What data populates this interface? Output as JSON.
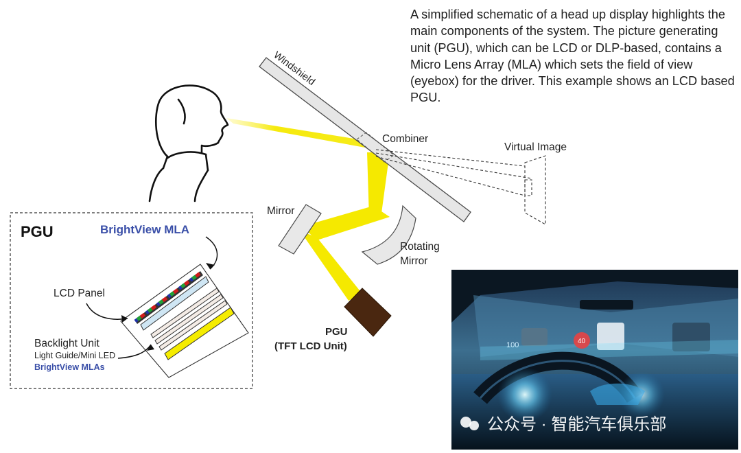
{
  "description": "A simplified schematic of a head up display highlights the main components of the system. The picture generating unit (PGU), which can be LCD or DLP-based, contains a Micro Lens Array (MLA) which sets the field of view (eyebox) for the driver. This example shows an LCD based PGU.",
  "labels": {
    "windshield": "Windshield",
    "combiner": "Combiner",
    "virtual_image": "Virtual Image",
    "mirror": "Mirror",
    "rotating_mirror_1": "Rotating",
    "rotating_mirror_2": "Mirror",
    "pgu_unit_1": "PGU",
    "pgu_unit_2": "(TFT LCD Unit)"
  },
  "inset": {
    "title": "PGU",
    "brightview_mla": "BrightView MLA",
    "lcd_panel": "LCD Panel",
    "backlight_unit": "Backlight Unit",
    "light_guide": "Light Guide/Mini LED",
    "brightview_mlas": "BrightView MLAs"
  },
  "photo": {
    "speed_label": "100",
    "sign_label": "40",
    "watermark": "公众号 · 智能汽车俱乐部"
  },
  "colors": {
    "light_beam": "#f5e900",
    "brightview_blue": "#3a4fa8",
    "pgu_box": "#4a2710"
  }
}
